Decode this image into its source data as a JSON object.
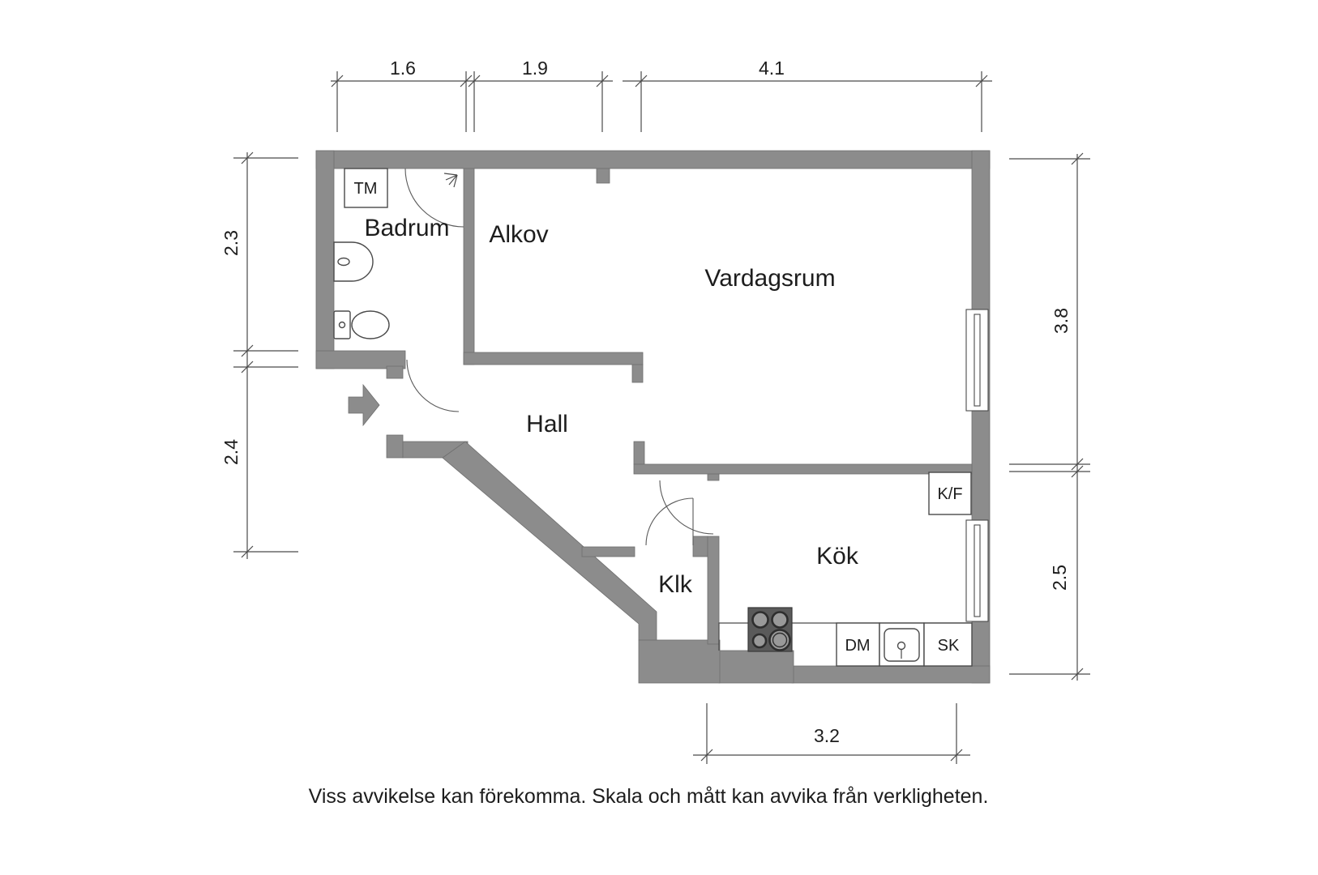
{
  "rooms": {
    "badrum": "Badrum",
    "alkov": "Alkov",
    "vardagsrum": "Vardagsrum",
    "hall": "Hall",
    "klk": "Klk",
    "kok": "Kök"
  },
  "fixtures": {
    "washing_machine": "TM",
    "fridge_freezer": "K/F",
    "dishwasher": "DM",
    "cabinet": "SK"
  },
  "dimensions": {
    "top_labels": [
      "1.6",
      "1.9",
      "4.1"
    ],
    "left_labels": [
      "2.3",
      "2.4"
    ],
    "right_labels": [
      "3.8",
      "2.5"
    ],
    "bottom_labels": [
      "3.2"
    ]
  },
  "disclaimer": "Viss avvikelse kan förekomma. Skala och mått kan avvika från verkligheten.",
  "colors": {
    "wall": "#8c8c8c",
    "wall-edge": "#6e6e6e",
    "line": "#4a4a4a",
    "text": "#1d1d1d",
    "stove": "#5a5a5a",
    "bg": "#ffffff"
  }
}
